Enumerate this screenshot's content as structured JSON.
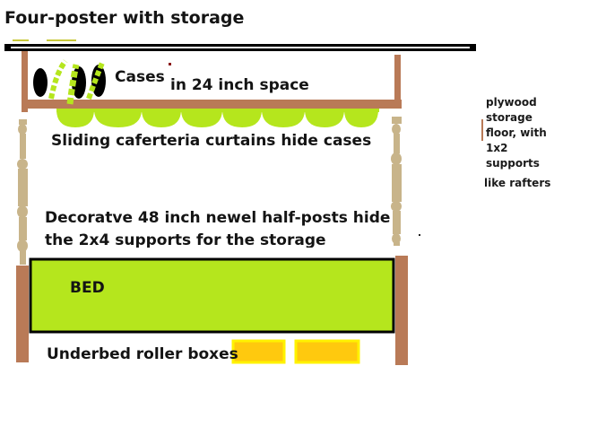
{
  "title": "Four-poster with storage",
  "labels": {
    "cases": "Cases",
    "space": "in 24 inch space",
    "curtains": "Sliding caferteria curtains hide cases",
    "newel_line1": "Decoratve 48 inch newel half-posts hide",
    "newel_line2": "the 2x4  supports for the storage",
    "bed": "BED",
    "roller_boxes": "Underbed roller boxes"
  },
  "side_note": {
    "lines": [
      "plywood",
      "storage",
      "floor, with",
      "1x2",
      "supports"
    ],
    "last_line": "like rafters"
  },
  "colors": {
    "frame_brown": "#b97a57",
    "post_tan": "#c8b48a",
    "bed_green": "#b5e61d",
    "curtain_green": "#b5e61d",
    "box_orange": "#ffc90e",
    "box_yellow": "#fff200",
    "canopy_black": "#000000"
  }
}
